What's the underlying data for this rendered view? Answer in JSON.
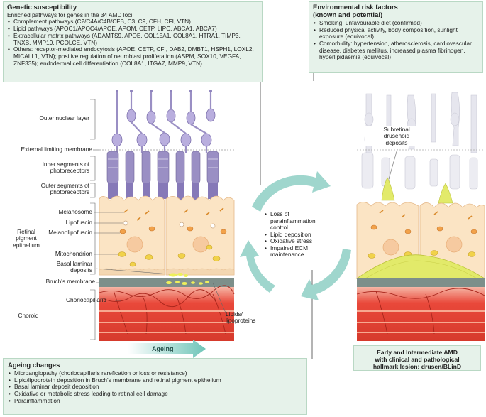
{
  "genetic": {
    "title": "Genetic susceptibility",
    "subtitle": "Enriched pathways for genes in the 34 AMD loci",
    "items": [
      "Complement pathways (C2/C4A/C4B/CFB, C3, C9, CFH, CFI, VTN)",
      "Lipid pathways (APOC1/APOC4/APOE, APOM, CETP, LIPC, ABCA1, ABCA7)",
      "Extracellular matrix pathways (ADAMTS9, APOE, COL15A1, COL8A1, HTRA1, TIMP3, TNXB, MMP19, PCOLCE, VTN)",
      "Others: receptor-mediated endocytosis (APOE, CETP, CFI, DAB2, DMBT1, HSPH1, LOXL2, MICALL1, VTN); positive regulation of neuroblast proliferation (ASPM, SOX10, VEGFA, ZNF335); endodermal cell differentiation (COL8A1, ITGA7, MMP9, VTN)"
    ]
  },
  "environmental": {
    "title_line1": "Environmental risk factors",
    "title_line2": "(known and potential)",
    "items": [
      "Smoking, unfavourable diet (confirmed)",
      "Reduced physical activity, body composition, sunlight exposure (equivocal)",
      "Comorbidity: hypertension, atherosclerosis, cardiovascular disease, diabetes mellitus, increased plasma fibrinogen, hyperlipidaemia (equivocal)"
    ]
  },
  "ageing_changes": {
    "title": "Ageing changes",
    "items": [
      "Microangiopathy (choriocapillaris rarefication or loss or resistance)",
      "Lipid/lipoprotein deposition in Bruch's membrane and retinal pigment epithelium",
      "Basal laminar deposit deposition",
      "Oxidative or metabolic stress leading to retinal cell damage",
      "Parainflammation"
    ]
  },
  "cycle": {
    "items": [
      "Loss of parainflammation control",
      "Lipid deposition",
      "Oxidative stress",
      "Impaired ECM maintenance"
    ]
  },
  "layer_labels": {
    "outer_nuclear": "Outer nuclear layer",
    "elm": "External limiting membrane",
    "inner_segments_1": "Inner segments of",
    "inner_segments_2": "photoreceptors",
    "outer_segments_1": "Outer segments of",
    "outer_segments_2": "photoreceptors",
    "rpe_1": "Retinal",
    "rpe_2": "pigment",
    "rpe_3": "epithelium",
    "bruchs": "Bruch's membrane",
    "choroid": "Choroid"
  },
  "structure_labels": {
    "melanosome": "Melanosome",
    "lipofuscin": "Lipofuscin",
    "melanolipofuscin": "Melanolipofuscin",
    "mitochondrion": "Mitochondrion",
    "basal_laminar_1": "Basal laminar",
    "basal_laminar_2": "deposits",
    "choriocapillaris": "Choriocapillaris",
    "lipids_1": "Lipids/",
    "lipids_2": "lipoproteins",
    "subretinal_1": "Subretinal",
    "subretinal_2": "drusenoid",
    "subretinal_3": "deposits"
  },
  "ageing_arrow": "Ageing",
  "early_amd": {
    "line1": "Early and Intermediate AMD",
    "line2": "with clinical and pathological",
    "line3": "hallmark lesion: drusen/BLinD"
  },
  "colors": {
    "box_bg": "#e6f2ea",
    "box_border": "#b9d8c4",
    "photoreceptor": "#9a8fc4",
    "rpe": "#fbe4c4",
    "bruchs": "#7d8f8a",
    "choroid": "#e84a3a",
    "cycle_arrow": "#8fcfc6",
    "drusen": "#e8ea7a"
  }
}
